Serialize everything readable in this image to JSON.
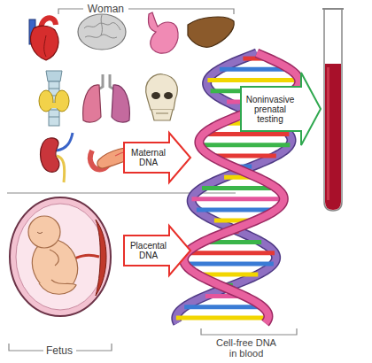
{
  "diagram": {
    "nodes": [
      {
        "text": [
          "Woman"
        ]
      },
      {
        "text": [
          "Fetus"
        ]
      },
      {
        "text": [
          "Cell-free DNA in blood"
        ]
      }
    ],
    "edges": [
      {
        "from": 0,
        "to": 2,
        "label": "Maternal DNA",
        "arrow": "to"
      },
      {
        "from": 1,
        "to": 2,
        "label": "Placental DNA",
        "arrow": "to"
      }
    ],
    "labels": [
      "Noninvasive prenatal testing"
    ]
  }
}
